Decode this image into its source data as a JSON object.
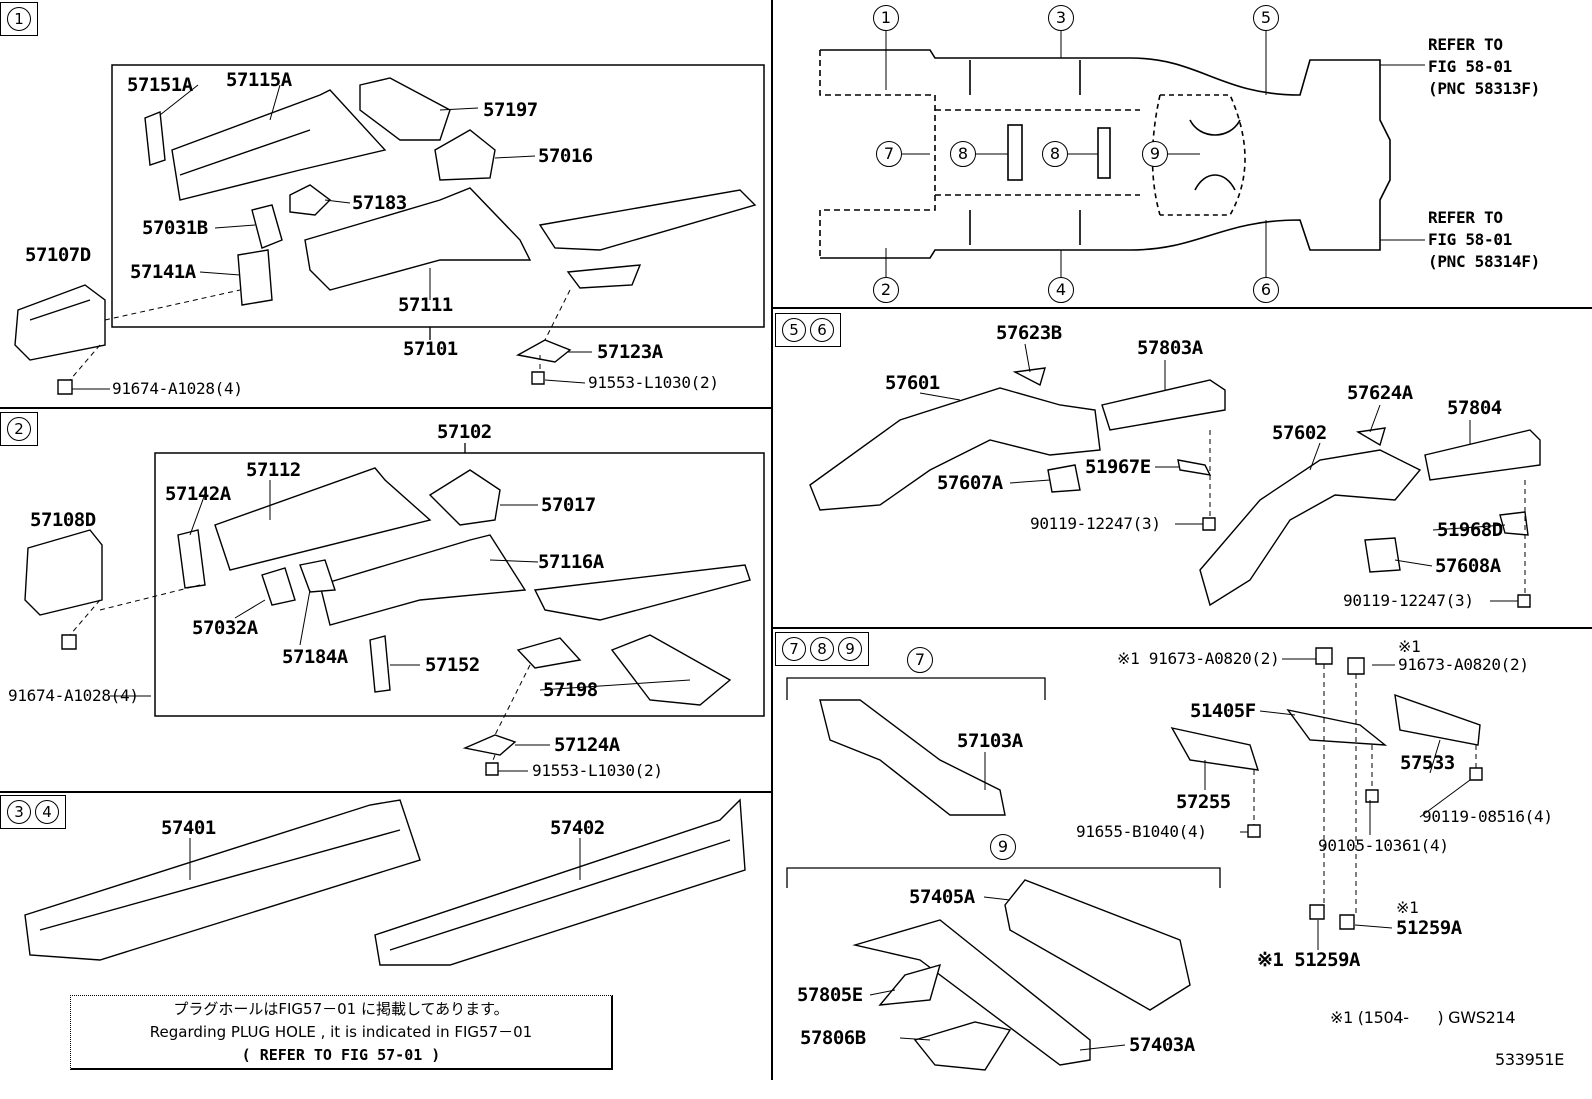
{
  "sections": {
    "s1": [
      "1"
    ],
    "s2": [
      "2"
    ],
    "s34": [
      "3",
      "4"
    ],
    "s56": [
      "5",
      "6"
    ],
    "s789": [
      "7",
      "8",
      "9"
    ],
    "sub7": "7",
    "sub9": "9"
  },
  "overview": {
    "markers": [
      "1",
      "3",
      "5",
      "7",
      "8",
      "8",
      "9",
      "2",
      "4",
      "6"
    ],
    "refer_top": [
      "REFER TO",
      "FIG 58-01",
      "(PNC 58313F)"
    ],
    "refer_bottom": [
      "REFER TO",
      "FIG 58-01",
      "(PNC 58314F)"
    ]
  },
  "callouts": [
    "57151A",
    "57115A",
    "57197",
    "57016",
    "57183",
    "57031B",
    "57107D",
    "57141A",
    "57111",
    "57101",
    "57123A",
    "91674-A1028(4)",
    "91553-L1030(2)",
    "57102",
    "57112",
    "57142A",
    "57017",
    "57108D",
    "57116A",
    "57032A",
    "57184A",
    "57152",
    "57198",
    "91674-A1028(4)",
    "57124A",
    "91553-L1030(2)",
    "57401",
    "57402",
    "57623B",
    "57803A",
    "57601",
    "57624A",
    "57804",
    "57602",
    "51967E",
    "57607A",
    "90119-12247(3)",
    "51968D",
    "57608A",
    "90119-12247(3)",
    "※1 91673-A0820(2)",
    "※1",
    "91673-A0820(2)",
    "57103A",
    "51405F",
    "57533",
    "57255",
    "91655-B1040(4)",
    "90119-08516(4)",
    "90105-10361(4)",
    "57405A",
    "※1",
    "51259A",
    "57805E",
    "※1 51259A",
    "57806B",
    "57403A",
    "※1 (1504-      ) GWS214",
    "533951E"
  ],
  "note": {
    "line_jp": "プラグホールはFIG57－01 に掲載してあります。",
    "line_en": "Regarding  PLUG HOLE  , it is  indicated  in  FIG57－01",
    "line_ref": "(   REFER TO FIG 57-01   )"
  }
}
